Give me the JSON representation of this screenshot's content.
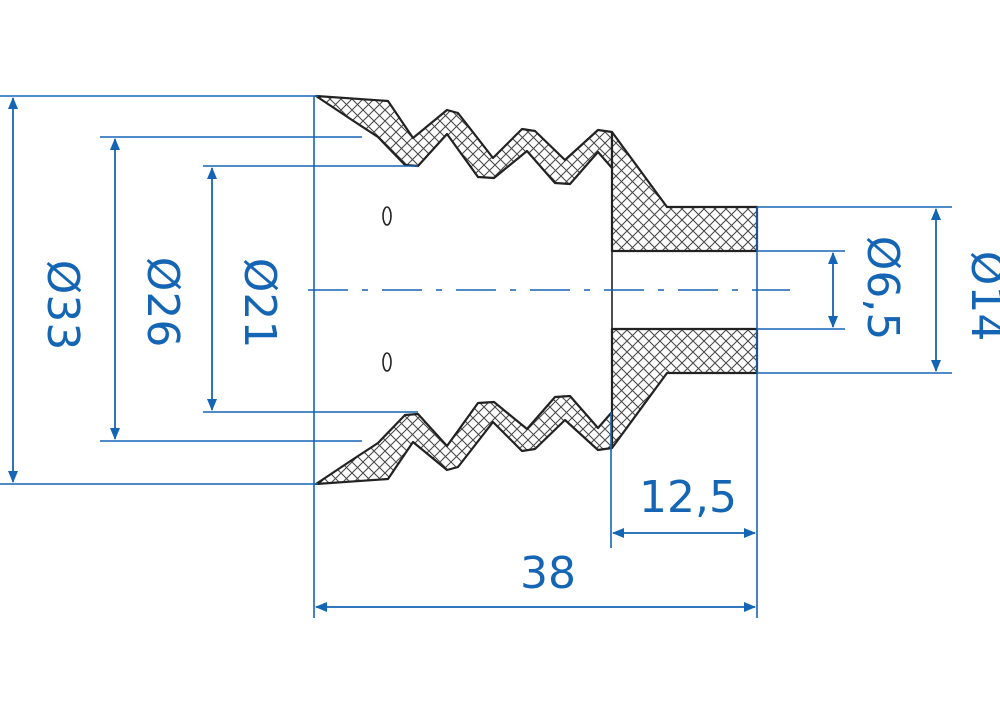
{
  "colors": {
    "dimension": "#1565b5",
    "outline": "#222222",
    "hatch": "#4a4a4a",
    "background": "#ffffff"
  },
  "dimensions": {
    "outer_diameter": "Ø33",
    "mid_diameter": "Ø26",
    "inner_diameter": "Ø21",
    "bore_diameter": "Ø6,5",
    "neck_diameter": "Ø14",
    "neck_length": "12,5",
    "total_length": "38"
  }
}
